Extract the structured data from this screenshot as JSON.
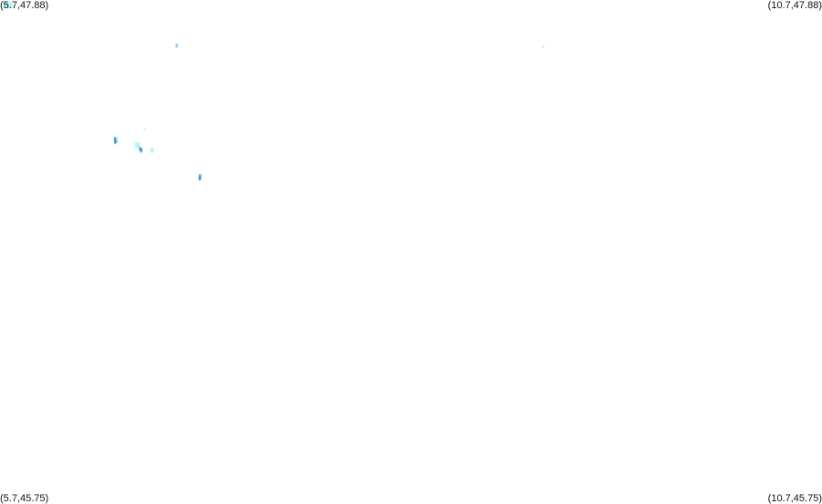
{
  "corners": {
    "top_left": "(5.7,47.88)",
    "top_right": "(10.7,47.88)",
    "bottom_left": "(5.7,45.75)",
    "bottom_right": "(10.7,45.75)"
  },
  "bounds": {
    "lon_min": 5.7,
    "lon_max": 10.7,
    "lat_min": 45.75,
    "lat_max": 47.88
  },
  "colors": {
    "background": "#ffffff",
    "light_cyan": "#b3f5fb",
    "mid_blue": "#5bb4e6",
    "dark_blue": "#1f78c8"
  },
  "map_data": {
    "water_marks": [
      {
        "lon": 5.72,
        "lat": 47.845,
        "lon2": 5.775,
        "lat2": 47.87,
        "level": "light"
      },
      {
        "lon": 6.77,
        "lat": 47.68,
        "lon2": 6.78,
        "lat2": 47.695,
        "level": "mid"
      },
      {
        "lon": 9.0,
        "lat": 47.675,
        "lon2": 9.008,
        "lat2": 47.688,
        "level": "light"
      },
      {
        "lon": 6.395,
        "lat": 47.273,
        "lon2": 6.405,
        "lat2": 47.3,
        "level": "dark"
      },
      {
        "lon": 6.403,
        "lat": 47.278,
        "lon2": 6.41,
        "lat2": 47.288,
        "level": "mid"
      },
      {
        "lon": 6.41,
        "lat": 47.293,
        "lon2": 6.416,
        "lat2": 47.3,
        "level": "light"
      },
      {
        "lon": 6.575,
        "lat": 47.33,
        "lon2": 6.585,
        "lat2": 47.34,
        "level": "light"
      },
      {
        "lon": 6.52,
        "lat": 47.255,
        "lon2": 6.55,
        "lat2": 47.278,
        "level": "light"
      },
      {
        "lon": 6.545,
        "lat": 47.245,
        "lon2": 6.553,
        "lat2": 47.26,
        "level": "mid"
      },
      {
        "lon": 6.553,
        "lat": 47.236,
        "lon2": 6.563,
        "lat2": 47.255,
        "level": "dark"
      },
      {
        "lon": 6.615,
        "lat": 47.235,
        "lon2": 6.635,
        "lat2": 47.255,
        "level": "light"
      },
      {
        "lon": 6.91,
        "lat": 47.118,
        "lon2": 6.92,
        "lat2": 47.143,
        "level": "dark"
      },
      {
        "lon": 6.915,
        "lat": 47.132,
        "lon2": 6.923,
        "lat2": 47.143,
        "level": "mid"
      }
    ]
  }
}
